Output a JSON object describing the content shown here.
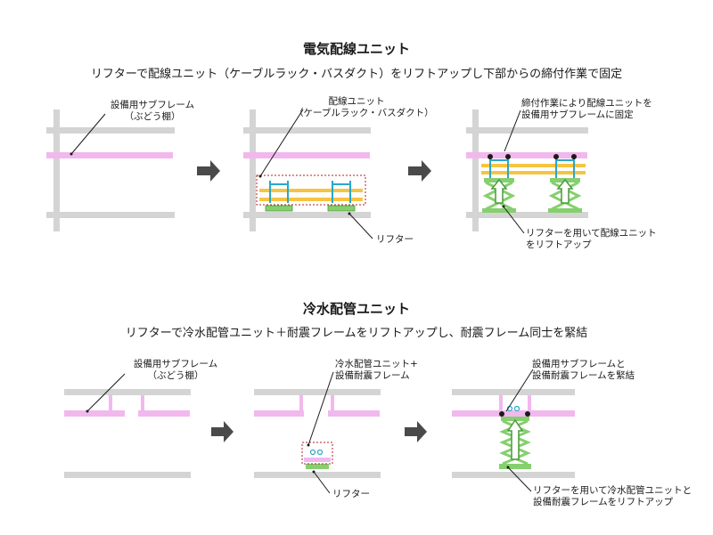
{
  "section1": {
    "title": "電気配線ユニット",
    "subtitle": "リフターで配線ユニット（ケーブルラック・バスダクト）をリフトアップし下部からの締付作業で固定",
    "step1_label_1": "設備用サブフレーム",
    "step1_label_2": "（ぶどう棚）",
    "step2_label_1": "配線ユニット",
    "step2_label_2": "（ケーブルラック・バスダクト）",
    "step2_lifter": "リフター",
    "step3_label_1": "締付作業により配線ユニットを",
    "step3_label_2": "設備用サブフレームに固定",
    "step3_bottom_1": "リフターを用いて配線ユニット",
    "step3_bottom_2": "をリフトアップ"
  },
  "section2": {
    "title": "冷水配管ユニット",
    "subtitle": "リフターで冷水配管ユニット＋耐震フレームをリフトアップし、耐震フレーム同士を緊結",
    "step1_label_1": "設備用サブフレーム",
    "step1_label_2": "（ぶどう棚）",
    "step2_label_1": "冷水配管ユニット+",
    "step2_label_2": "設備耐震フレーム",
    "step2_lifter": "リフター",
    "step3_label_1": "設備用サブフレームと",
    "step3_label_2": "設備耐震フレームを緊結",
    "step3_bottom_1": "リフターを用いて冷水配管ユニットと",
    "step3_bottom_2": "設備耐震フレームをリフトアップ"
  },
  "colors": {
    "slab": "#d4d4d4",
    "subframe": "#f2b8ee",
    "unit_yellow": "#f5c542",
    "rack_blue": "#2aa6c8",
    "lifter_green": "#86cf6e",
    "arrow_gray": "#4a4a4a",
    "dashed_red": "#b02020"
  }
}
